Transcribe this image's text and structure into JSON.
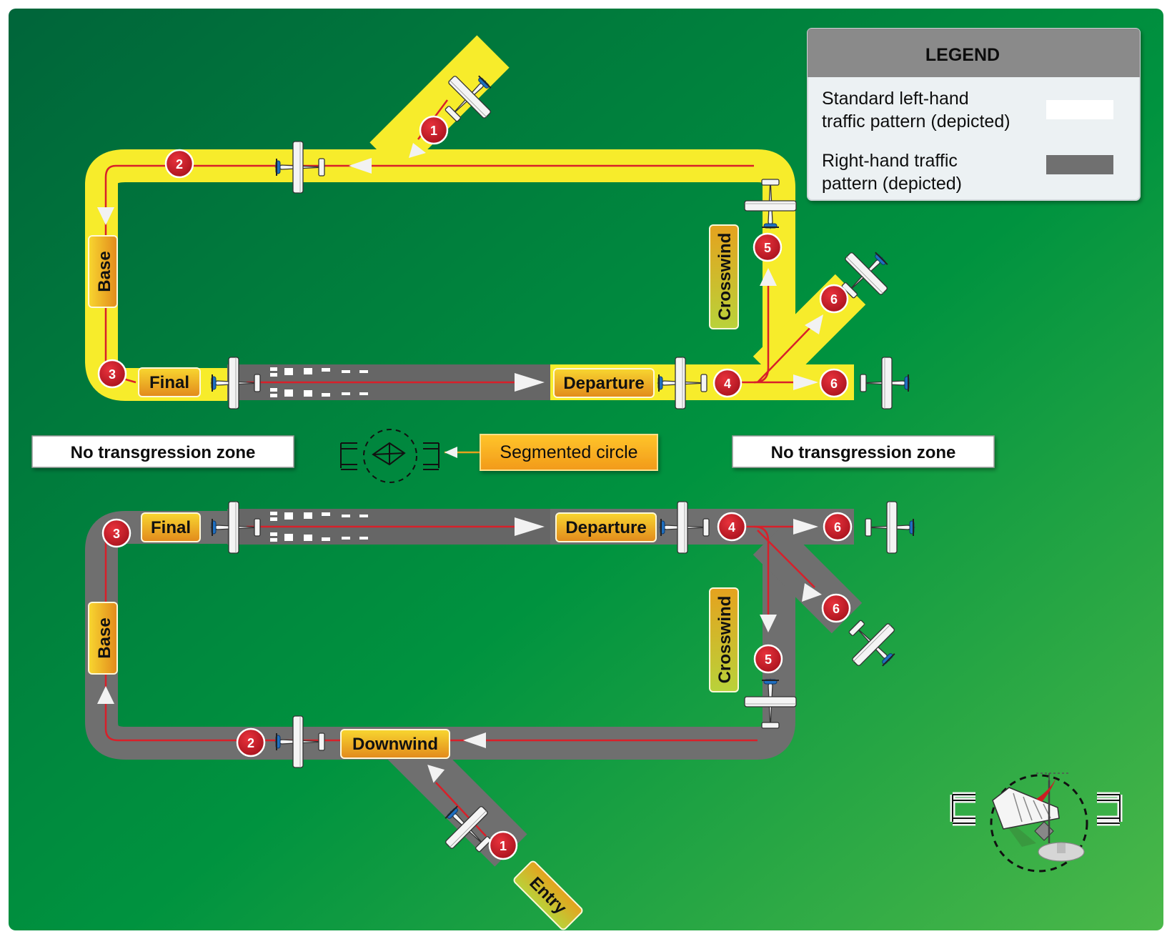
{
  "legend": {
    "title": "LEGEND",
    "items": [
      {
        "line1": "Standard left-hand",
        "line2": "traffic pattern (depicted)",
        "swatch": "#ffffff"
      },
      {
        "line1": "Right-hand traffic",
        "line2": "pattern (depicted)",
        "swatch": "#6f6f6f"
      }
    ]
  },
  "zones": {
    "left": "No transgression zone",
    "right": "No transgression zone"
  },
  "segmented_circle_label": "Segmented circle",
  "left_pattern": {
    "legs": {
      "base": "Base",
      "final": "Final",
      "departure": "Departure",
      "crosswind": "Crosswind"
    },
    "points": [
      "1",
      "2",
      "3",
      "4",
      "5",
      "6",
      "6"
    ]
  },
  "right_pattern": {
    "legs": {
      "final": "Final",
      "departure": "Departure",
      "base": "Base",
      "crosswind": "Crosswind",
      "downwind": "Downwind",
      "entry": "Entry"
    },
    "points": [
      "1",
      "2",
      "3",
      "4",
      "5",
      "6",
      "6"
    ]
  },
  "colors": {
    "standard_pattern": "#f7ec2b",
    "right_hand_pattern": "#6f6f6f",
    "route_line": "#d8202a",
    "marker": "#c41e2a",
    "label_gradient_top": "#f8d42a",
    "label_gradient_bottom": "#e08a1c",
    "background_dark": "#006b3a",
    "background_light": "#45b649"
  }
}
